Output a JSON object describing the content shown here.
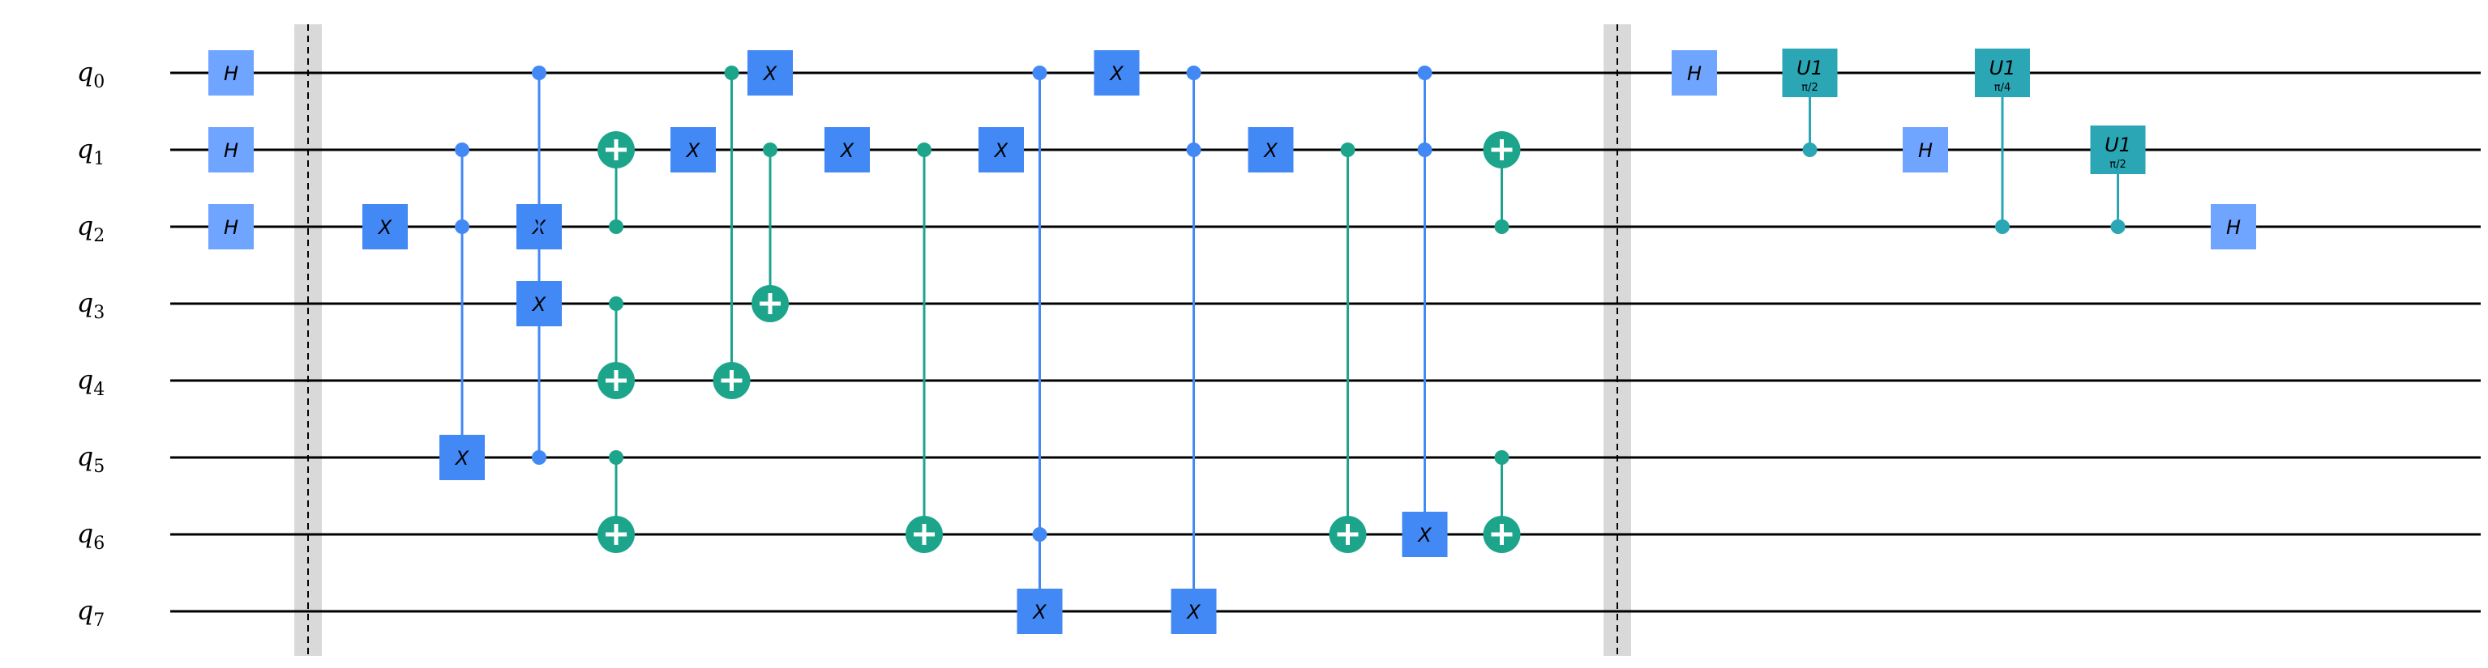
{
  "circuit": {
    "qubit_prefix": "q",
    "qubits": [
      "0",
      "1",
      "2",
      "3",
      "4",
      "5",
      "6",
      "7"
    ],
    "colors": {
      "wire": "#000000",
      "h": "#6fa4ff",
      "x": "#4289f5",
      "cx": "#1da58c",
      "toffoli": "#4289f5",
      "u1": "#2aa6b5",
      "barrier": "#d9d9d9"
    },
    "barriers": [
      {
        "col": 1
      },
      {
        "col": 18
      }
    ],
    "gates": [
      {
        "type": "h",
        "label": "H",
        "qubit": 0,
        "col": 0
      },
      {
        "type": "h",
        "label": "H",
        "qubit": 1,
        "col": 0
      },
      {
        "type": "h",
        "label": "H",
        "qubit": 2,
        "col": 0
      },
      {
        "type": "x",
        "label": "X",
        "qubit": 2,
        "col": 2
      },
      {
        "type": "ccx",
        "label": "X",
        "controls": [
          1,
          2
        ],
        "target": 5,
        "col": 3,
        "color": "x"
      },
      {
        "type": "x",
        "label": "X",
        "qubit": 2,
        "col": 4
      },
      {
        "type": "ccx",
        "label": "X",
        "controls": [
          0,
          5
        ],
        "target": 3,
        "col": 4,
        "color": "x"
      },
      {
        "type": "cx",
        "controls": [
          2
        ],
        "target": 1,
        "col": 5
      },
      {
        "type": "cx",
        "controls": [
          3
        ],
        "target": 4,
        "col": 5
      },
      {
        "type": "cx",
        "controls": [
          5
        ],
        "target": 6,
        "col": 5
      },
      {
        "type": "x",
        "label": "X",
        "qubit": 1,
        "col": 6
      },
      {
        "type": "cx",
        "controls": [
          0
        ],
        "target": 4,
        "col": 6.5
      },
      {
        "type": "x",
        "label": "X",
        "qubit": 0,
        "col": 7
      },
      {
        "type": "cx",
        "controls": [
          1
        ],
        "target": 3,
        "col": 7
      },
      {
        "type": "x",
        "label": "X",
        "qubit": 1,
        "col": 8
      },
      {
        "type": "cx",
        "controls": [
          1
        ],
        "target": 6,
        "col": 9
      },
      {
        "type": "x",
        "label": "X",
        "qubit": 1,
        "col": 10
      },
      {
        "type": "ccx",
        "label": "X",
        "controls": [
          0,
          6
        ],
        "target": 7,
        "col": 10.5,
        "color": "x"
      },
      {
        "type": "x",
        "label": "X",
        "qubit": 0,
        "col": 11.5
      },
      {
        "type": "ccx",
        "label": "X",
        "controls": [
          0,
          1
        ],
        "target": 7,
        "col": 12.5,
        "color": "x"
      },
      {
        "type": "x",
        "label": "X",
        "qubit": 1,
        "col": 13.5
      },
      {
        "type": "cx",
        "controls": [
          1
        ],
        "target": 6,
        "col": 14.5
      },
      {
        "type": "ccx",
        "label": "X",
        "controls": [
          0,
          1
        ],
        "target": 6,
        "col": 15.5,
        "color": "x"
      },
      {
        "type": "cx",
        "controls": [
          2
        ],
        "target": 1,
        "col": 16.5
      },
      {
        "type": "cx",
        "controls": [
          5
        ],
        "target": 6,
        "col": 16.5
      },
      {
        "type": "h",
        "label": "H",
        "qubit": 0,
        "col": 19
      },
      {
        "type": "cu1",
        "label": "U1",
        "param": "π/2",
        "controls": [
          1
        ],
        "target": 0,
        "col": 20.5
      },
      {
        "type": "h",
        "label": "H",
        "qubit": 1,
        "col": 22
      },
      {
        "type": "cu1",
        "label": "U1",
        "param": "π/4",
        "controls": [
          2
        ],
        "target": 0,
        "col": 23
      },
      {
        "type": "cu1",
        "label": "U1",
        "param": "π/2",
        "controls": [
          2
        ],
        "target": 1,
        "col": 24.5
      },
      {
        "type": "h",
        "label": "H",
        "qubit": 2,
        "col": 26
      }
    ]
  }
}
